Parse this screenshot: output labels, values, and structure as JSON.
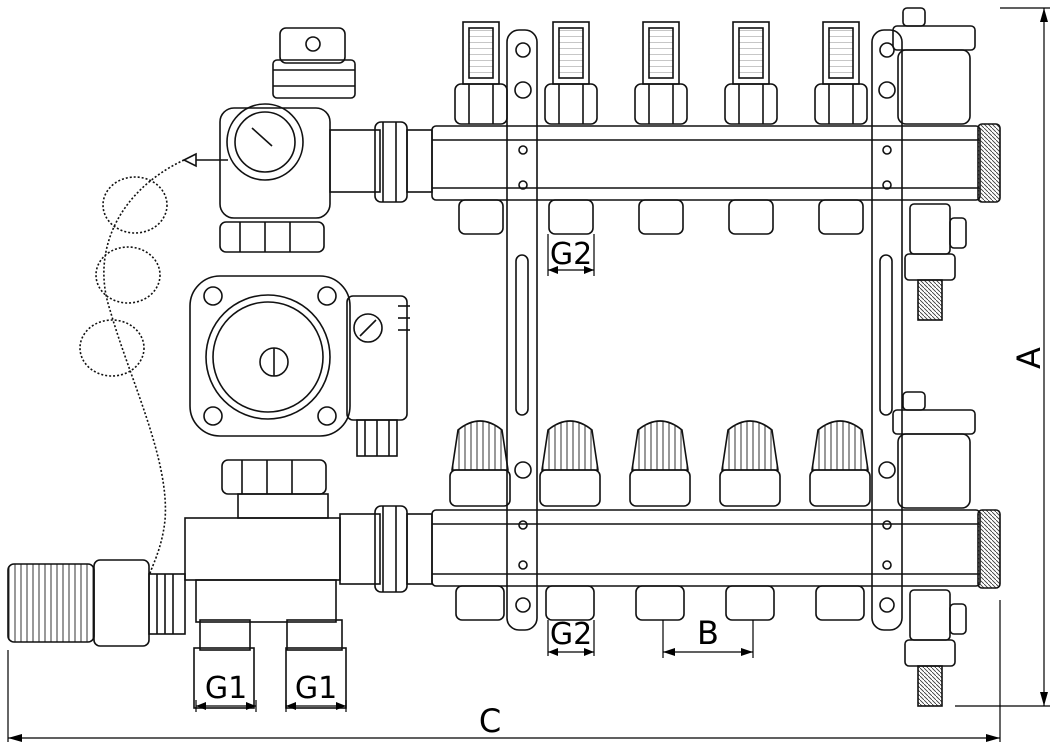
{
  "dimensions": {
    "A": "A",
    "B": "B",
    "C": "C",
    "G1": "G1",
    "G2": "G2"
  },
  "manifold": {
    "outlets_per_bar": 5
  }
}
